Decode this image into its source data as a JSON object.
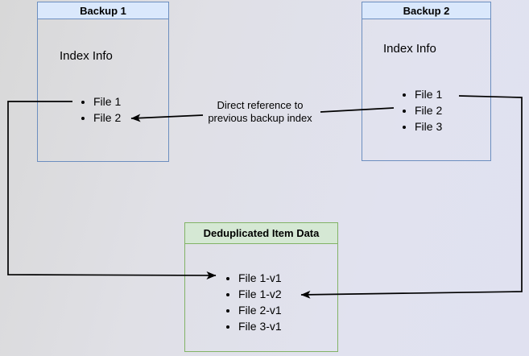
{
  "diagram": {
    "backup1": {
      "title": "Backup 1",
      "index_label": "Index Info",
      "files": [
        "File 1",
        "File 2"
      ]
    },
    "backup2": {
      "title": "Backup 2",
      "index_label": "Index Info",
      "files": [
        "File 1",
        "File 2",
        "File 3"
      ]
    },
    "dedup": {
      "title": "Deduplicated Item Data",
      "files": [
        "File 1-v1",
        "File 1-v2",
        "File 2-v1",
        "File 3-v1"
      ]
    },
    "annotation": {
      "line1": "Direct reference to",
      "line2": "previous backup index"
    },
    "colors": {
      "backup_header_fill": "#dae8fc",
      "backup_border": "#6c8ebf",
      "dedup_header_fill": "#d5e8d4",
      "dedup_border": "#82b366",
      "connector": "#000000",
      "text": "#000000"
    }
  }
}
